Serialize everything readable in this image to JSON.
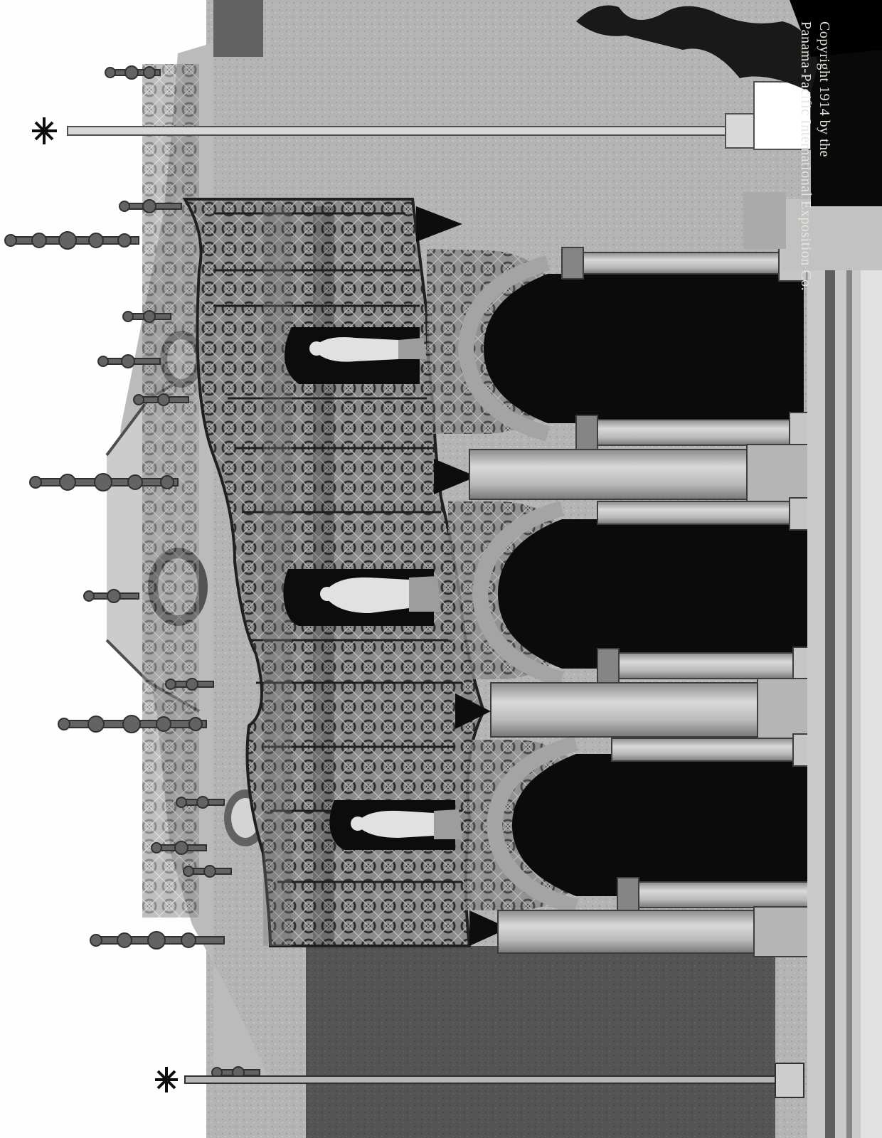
{
  "photo": {
    "subject": "ornate exposition building facade, rotated 90 degrees clockwise",
    "palette": {
      "sky": "#efeee6",
      "stone_light": "#cfc9b8",
      "stone_mid": "#a9a291",
      "stone_dark": "#6f6a5f",
      "shadow": "#1d1b18"
    }
  },
  "credit": {
    "line1": "Copyright 1914 by the",
    "line2": "Panama-Pacific International Exposition Co."
  }
}
